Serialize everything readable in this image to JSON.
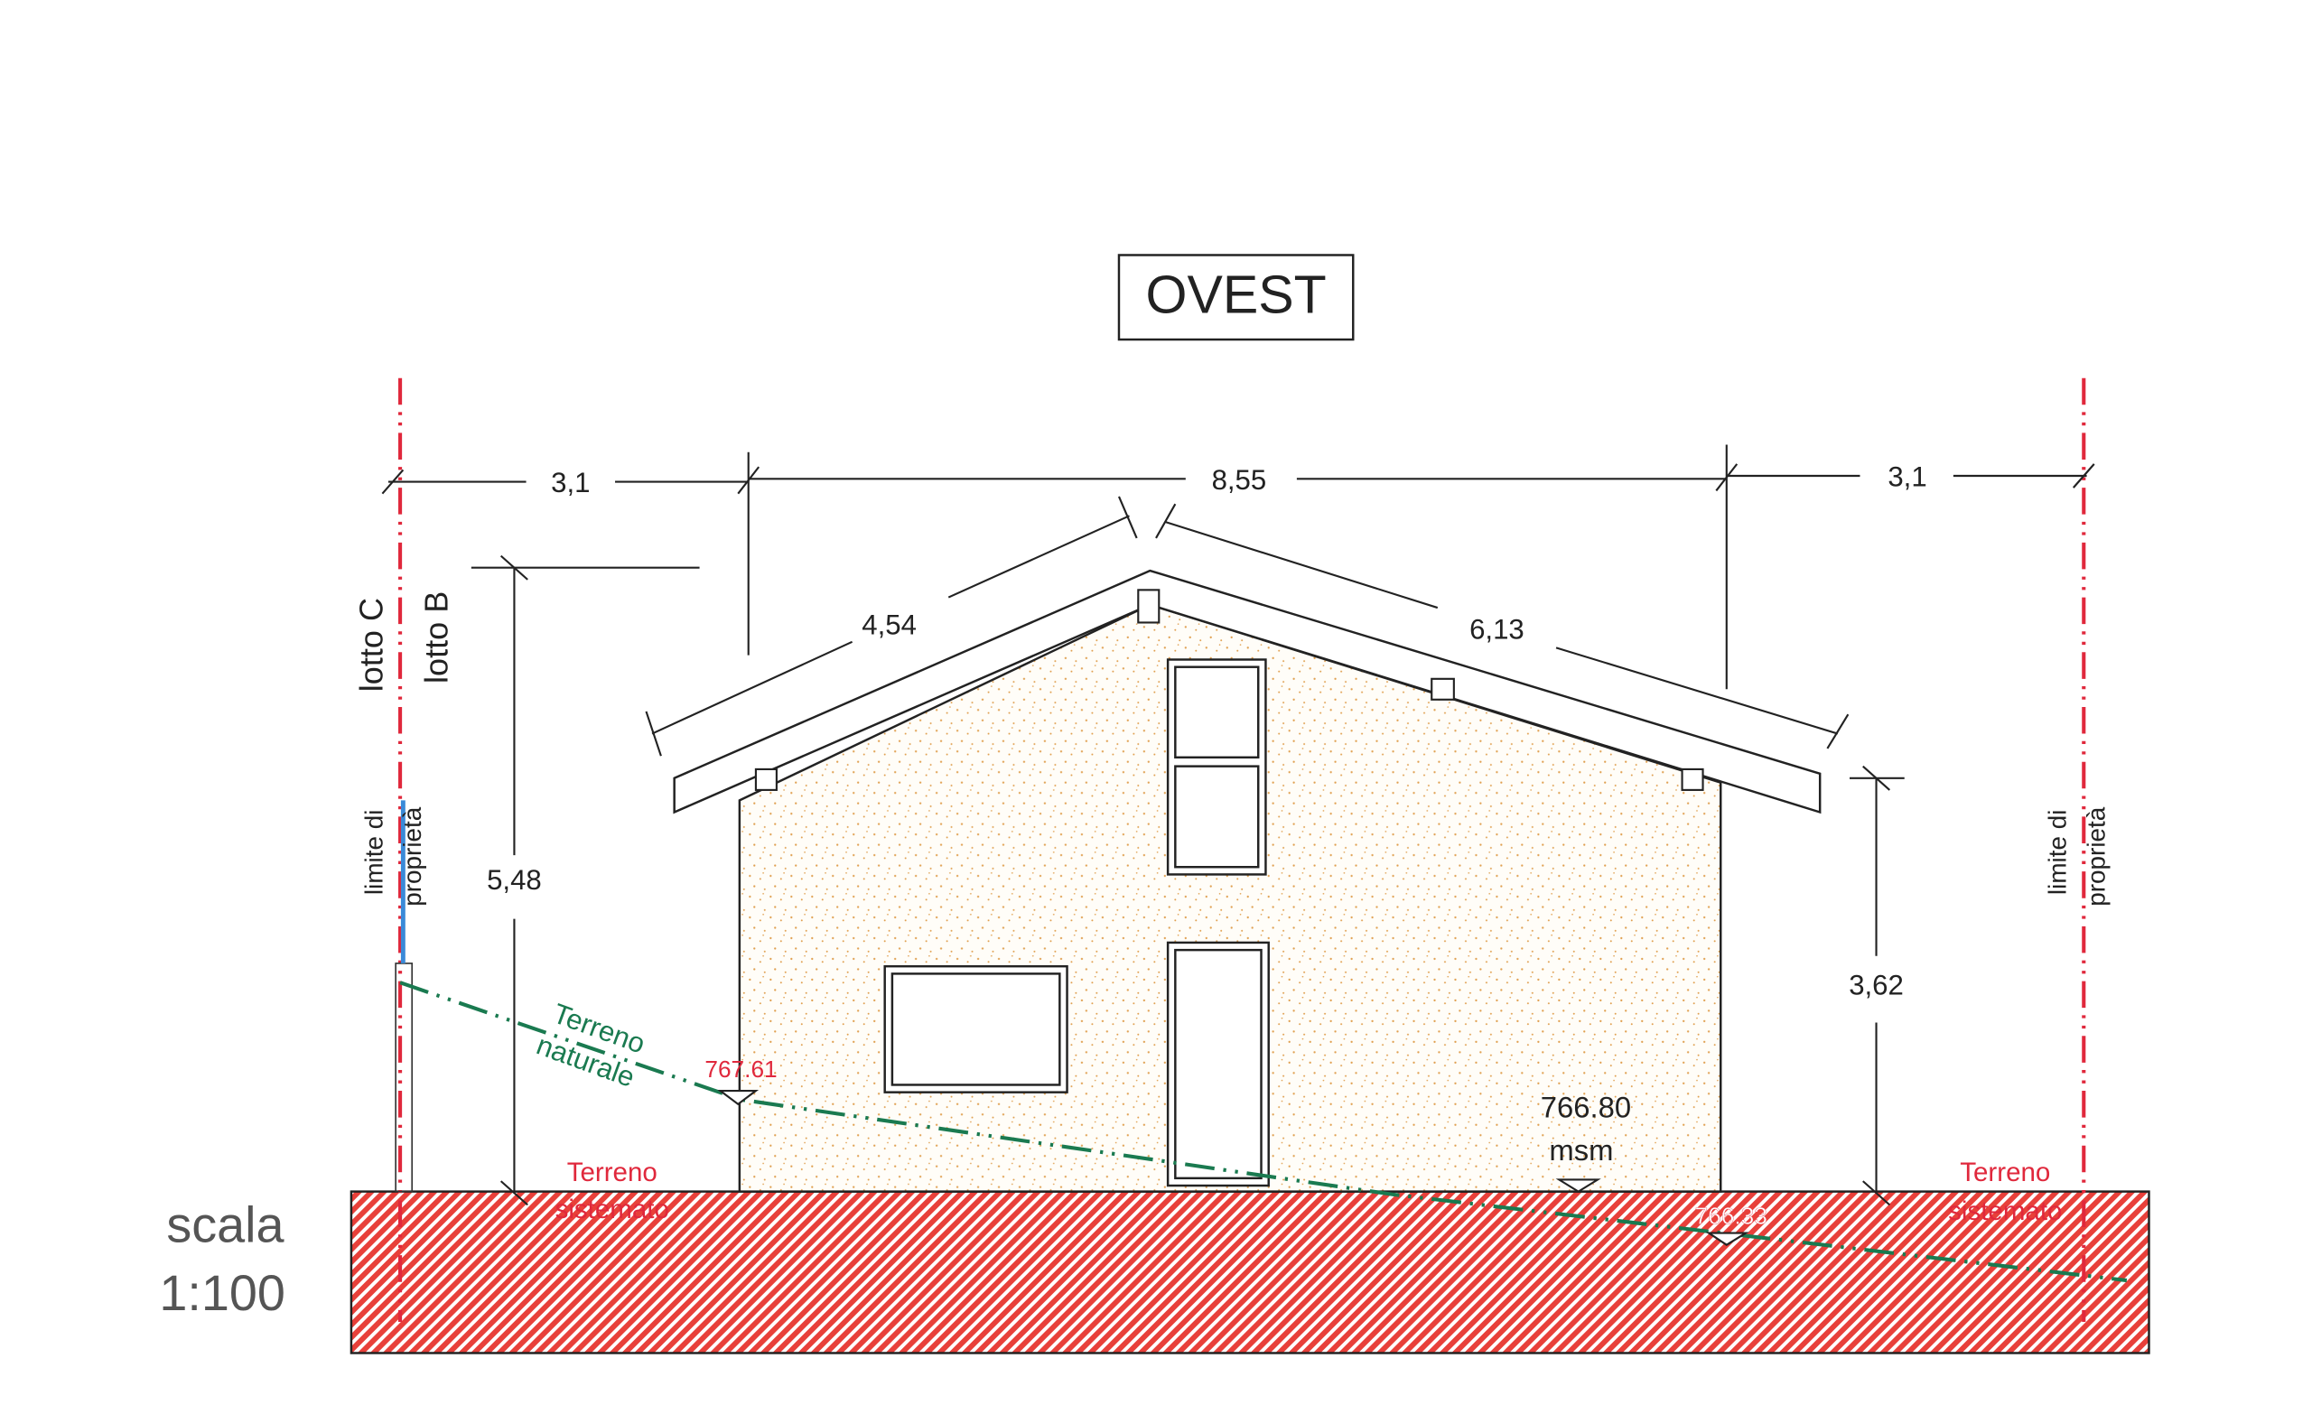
{
  "title": "OVEST",
  "scale": {
    "label": "scala",
    "value": "1:100"
  },
  "dimensions": {
    "left_setback": "3,1",
    "width": "8,55",
    "right_setback": "3,1",
    "roof_left": "4,54",
    "roof_right": "6,13",
    "height_left": "5,48",
    "height_right": "3,62"
  },
  "labels": {
    "lotto_c": "lotto C",
    "lotto_b": "lotto B",
    "limite_1": "limite di",
    "limite_2": "proprietà",
    "terreno_naturale_1": "Terreno",
    "terreno_naturale_2": "naturale",
    "terreno_sistemato_1": "Terreno",
    "terreno_sistemato_2": "sistemato"
  },
  "elevations": {
    "natural_left": "767.61",
    "floor": "766.80",
    "floor_unit": "msm",
    "natural_right": "766.33"
  },
  "colors": {
    "property_line": "#e0283c",
    "natural_terrain": "#1a7a50",
    "ground_hatch": "#e8403a",
    "facade_dots": "#e0a050",
    "post_blue": "#3a8ad8"
  }
}
